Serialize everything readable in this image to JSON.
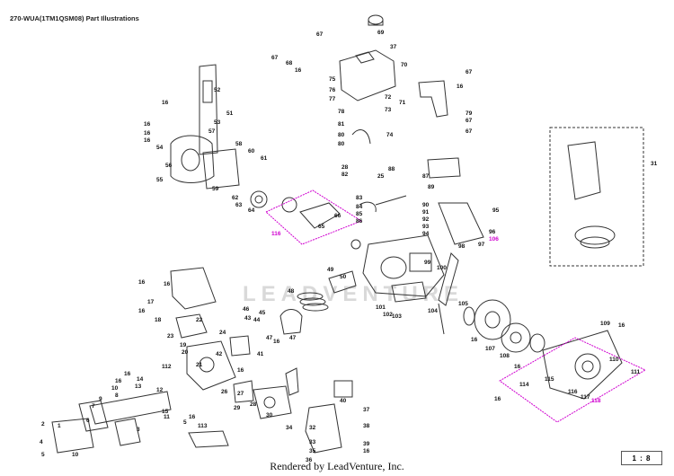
{
  "page": {
    "title": "270-WUA(1TM1QSM08) Part Illustrations",
    "scale": "1 : 8",
    "footer": "Rendered by LeadVenture, Inc.",
    "watermark": "LEADVENTURE"
  },
  "colors": {
    "line": "#333333",
    "callout": "#111111",
    "highlight": "#d000d0",
    "watermark": "#d9d9d9"
  },
  "callouts": [
    {
      "label": "69"
    },
    {
      "label": "67"
    },
    {
      "label": "68"
    },
    {
      "label": "37"
    },
    {
      "label": "70"
    },
    {
      "label": "67"
    },
    {
      "label": "16"
    },
    {
      "label": "75"
    },
    {
      "label": "76"
    },
    {
      "label": "77"
    },
    {
      "label": "78"
    },
    {
      "label": "72"
    },
    {
      "label": "71"
    },
    {
      "label": "73"
    },
    {
      "label": "74"
    },
    {
      "label": "80"
    },
    {
      "label": "81"
    },
    {
      "label": "80"
    },
    {
      "label": "67"
    },
    {
      "label": "16"
    },
    {
      "label": "79"
    },
    {
      "label": "67"
    },
    {
      "label": "67"
    },
    {
      "label": "52"
    },
    {
      "label": "51"
    },
    {
      "label": "53"
    },
    {
      "label": "16"
    },
    {
      "label": "16"
    },
    {
      "label": "16"
    },
    {
      "label": "16"
    },
    {
      "label": "54"
    },
    {
      "label": "57"
    },
    {
      "label": "58"
    },
    {
      "label": "60"
    },
    {
      "label": "61"
    },
    {
      "label": "56"
    },
    {
      "label": "55"
    },
    {
      "label": "59"
    },
    {
      "label": "62"
    },
    {
      "label": "63"
    },
    {
      "label": "64"
    },
    {
      "label": "66"
    },
    {
      "label": "65"
    },
    {
      "label": "116"
    },
    {
      "label": "28"
    },
    {
      "label": "82"
    },
    {
      "label": "25"
    },
    {
      "label": "88"
    },
    {
      "label": "87"
    },
    {
      "label": "89"
    },
    {
      "label": "83"
    },
    {
      "label": "84"
    },
    {
      "label": "85"
    },
    {
      "label": "86"
    },
    {
      "label": "90"
    },
    {
      "label": "91"
    },
    {
      "label": "92"
    },
    {
      "label": "93"
    },
    {
      "label": "94"
    },
    {
      "label": "95"
    },
    {
      "label": "96"
    },
    {
      "label": "106"
    },
    {
      "label": "97"
    },
    {
      "label": "31"
    },
    {
      "label": "49"
    },
    {
      "label": "99"
    },
    {
      "label": "100"
    },
    {
      "label": "98"
    },
    {
      "label": "48"
    },
    {
      "label": "50"
    },
    {
      "label": "16"
    },
    {
      "label": "16"
    },
    {
      "label": "17"
    },
    {
      "label": "16"
    },
    {
      "label": "18"
    },
    {
      "label": "101"
    },
    {
      "label": "102"
    },
    {
      "label": "103"
    },
    {
      "label": "104"
    },
    {
      "label": "105"
    },
    {
      "label": "46"
    },
    {
      "label": "43"
    },
    {
      "label": "45"
    },
    {
      "label": "44"
    },
    {
      "label": "47"
    },
    {
      "label": "47"
    },
    {
      "label": "16"
    },
    {
      "label": "22"
    },
    {
      "label": "23"
    },
    {
      "label": "19"
    },
    {
      "label": "20"
    },
    {
      "label": "21"
    },
    {
      "label": "24"
    },
    {
      "label": "41"
    },
    {
      "label": "42"
    },
    {
      "label": "16"
    },
    {
      "label": "107"
    },
    {
      "label": "108"
    },
    {
      "label": "109"
    },
    {
      "label": "16"
    },
    {
      "label": "16"
    },
    {
      "label": "110"
    },
    {
      "label": "111"
    },
    {
      "label": "112"
    },
    {
      "label": "16"
    },
    {
      "label": "16"
    },
    {
      "label": "14"
    },
    {
      "label": "13"
    },
    {
      "label": "12"
    },
    {
      "label": "11"
    },
    {
      "label": "10"
    },
    {
      "label": "8"
    },
    {
      "label": "9"
    },
    {
      "label": "7"
    },
    {
      "label": "16"
    },
    {
      "label": "26"
    },
    {
      "label": "27"
    },
    {
      "label": "28"
    },
    {
      "label": "29"
    },
    {
      "label": "30"
    },
    {
      "label": "34"
    },
    {
      "label": "40"
    },
    {
      "label": "32"
    },
    {
      "label": "33"
    },
    {
      "label": "35"
    },
    {
      "label": "36"
    },
    {
      "label": "37"
    },
    {
      "label": "38"
    },
    {
      "label": "39"
    },
    {
      "label": "16"
    },
    {
      "label": "5"
    },
    {
      "label": "6"
    },
    {
      "label": "3"
    },
    {
      "label": "2"
    },
    {
      "label": "1"
    },
    {
      "label": "4"
    },
    {
      "label": "5"
    },
    {
      "label": "10"
    },
    {
      "label": "15"
    },
    {
      "label": "16"
    },
    {
      "label": "113"
    },
    {
      "label": "114"
    },
    {
      "label": "115"
    },
    {
      "label": "116"
    },
    {
      "label": "117"
    },
    {
      "label": "118"
    },
    {
      "label": "16"
    }
  ]
}
